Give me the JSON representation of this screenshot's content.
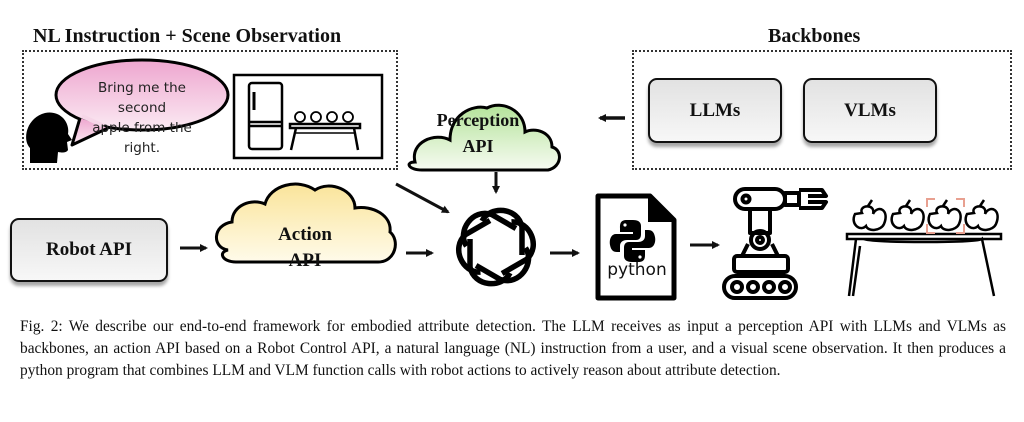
{
  "panels": {
    "instruction_panel": {
      "title": "NL Instruction + Scene Observation",
      "speech_text_line1": "Bring me the second",
      "speech_text_line2": "apple from the right."
    },
    "backbones_panel": {
      "title": "Backbones",
      "items": [
        "LLMs",
        "VLMs"
      ]
    }
  },
  "nodes": {
    "robot_api": "Robot API",
    "action_api": {
      "line1": "Action",
      "line2": "API"
    },
    "perception_api": {
      "line1": "Perception",
      "line2": "API"
    },
    "llm": "openai-logo-icon",
    "python_program": "python",
    "robot": "robot-icon",
    "scene_output": "apples-on-table-icon"
  },
  "colors": {
    "speech_bubble": "#f0b6d8",
    "action_cloud": "#fbe9a8",
    "perception_cloud": "#bfe6a8",
    "highlight_box": "#e8a090",
    "box_fill": "#ececec"
  },
  "caption": "Fig. 2: We describe our end-to-end framework for embodied attribute detection. The LLM receives as input a perception API with LLMs and VLMs as backbones, an action API based on a Robot Control API, a natural language (NL) instruction from a user, and a visual scene observation. It then produces a python program that combines LLM and VLM function calls with robot actions to actively reason about attribute detection."
}
